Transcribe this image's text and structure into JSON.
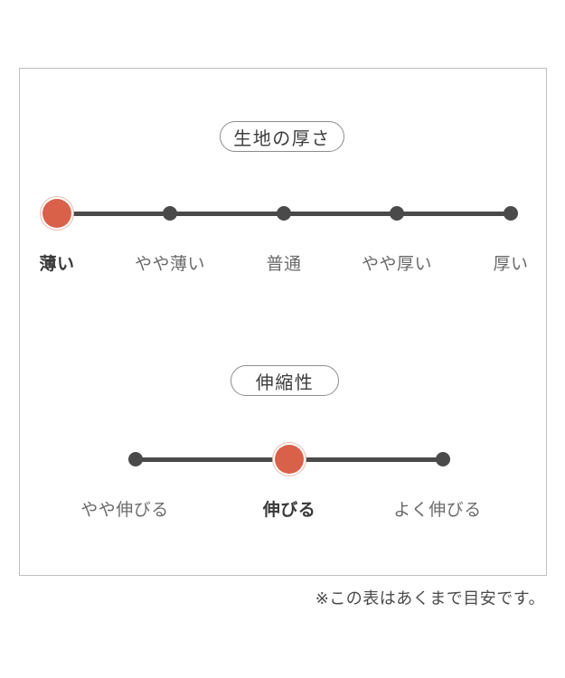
{
  "card": {
    "sections": [
      {
        "id": "fabric-thickness",
        "heading": "生地の厚さ",
        "selected_index": 0,
        "options": [
          {
            "label": "薄い"
          },
          {
            "label": "やや薄い"
          },
          {
            "label": "普通"
          },
          {
            "label": "やや厚い"
          },
          {
            "label": "厚い"
          }
        ]
      },
      {
        "id": "stretchiness",
        "heading": "伸縮性",
        "selected_index": 1,
        "options": [
          {
            "label": "やや伸びる"
          },
          {
            "label": "伸びる"
          },
          {
            "label": "よく伸びる"
          }
        ]
      }
    ]
  },
  "footnote": {
    "text": "※この表はあくまで目安です。"
  },
  "colors": {
    "selected_marker": "#d9614a",
    "selected_ring": "#eab9ad",
    "track": "#4a4a4a",
    "dot": "#4a4a4a",
    "label": "#6b6b6b",
    "label_selected": "#3a3a3a",
    "frame_border": "#bfbfbf",
    "pill_border": "#8c8c8c",
    "background": "#ffffff"
  }
}
